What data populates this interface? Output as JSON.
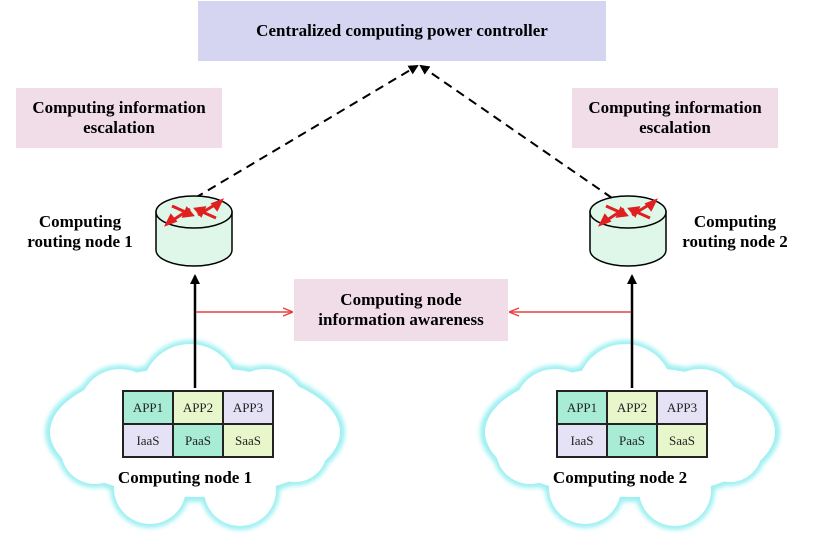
{
  "controller": {
    "label": "Centralized  computing power controller"
  },
  "escalation": {
    "left_line1": "Computing information",
    "left_line2": "escalation",
    "right_line1": "Computing information",
    "right_line2": "escalation"
  },
  "routers": {
    "node1_line1": "Computing",
    "node1_line2": "routing node 1",
    "node2_line1": "Computing",
    "node2_line2": "routing node 2"
  },
  "awareness": {
    "line1": "Computing node",
    "line2": "information awareness"
  },
  "nodes": [
    {
      "label": "Computing node 1",
      "cells": [
        "APP1",
        "APP2",
        "APP3",
        "IaaS",
        "PaaS",
        "SaaS"
      ]
    },
    {
      "label": "Computing node 2",
      "cells": [
        "APP1",
        "APP2",
        "APP3",
        "IaaS",
        "PaaS",
        "SaaS"
      ]
    }
  ],
  "colors": {
    "controller_fill": "#d5d5f2",
    "label_fill": "#f0dde8",
    "router_fill": "#dff7e8",
    "router_arrow": "#e02020",
    "cloud_glow": "#7fe3ea",
    "awareness_arrow": "#e84040",
    "cell_fills": [
      "#a8ecd6",
      "#e8f6cc",
      "#e6e2f6",
      "#e6e2f6",
      "#a8ecd6",
      "#e8f6cc"
    ]
  }
}
